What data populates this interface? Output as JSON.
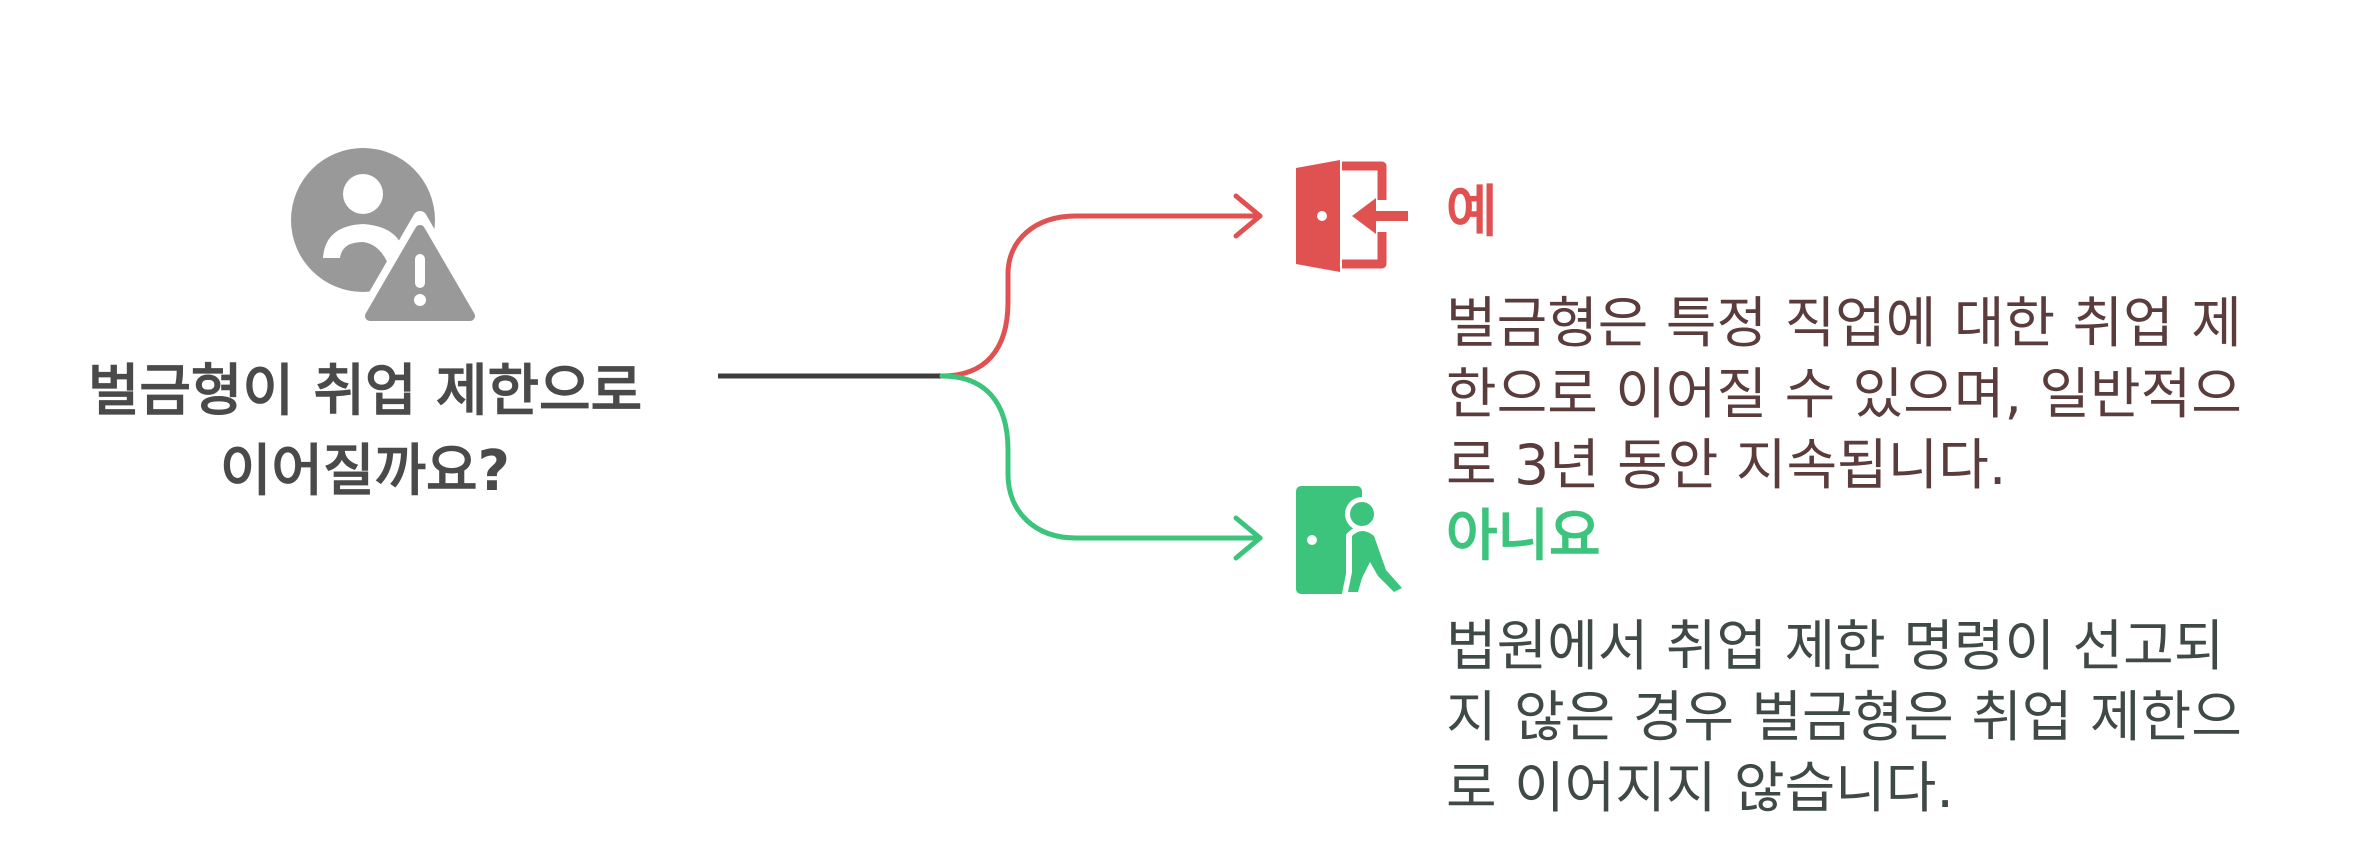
{
  "question": {
    "lines": [
      "벌금형이 취업 제한으로",
      "이어질까요?"
    ]
  },
  "branches": {
    "yes": {
      "label": "예",
      "description_lines": [
        "벌금형은 특정 직업에 대한 취업 제",
        "한으로 이어질 수 있으며, 일반적으",
        "로 3년 동안 지속됩니다."
      ],
      "icon": "door-enter-icon"
    },
    "no": {
      "label": "아니요",
      "description_lines": [
        "법원에서 취업 제한 명령이 선고되",
        "지 않은 경우 벌금형은 취업 제한으",
        "로 이어지지 않습니다."
      ],
      "icon": "door-exit-icon"
    }
  },
  "question_icon": "user-warning-icon",
  "colors": {
    "question_text": "#4a4a4a",
    "icon_gray": "#999999",
    "stem_line": "#3c3c3c",
    "yes_accent": "#e05252",
    "no_accent": "#3cc47c",
    "yes_text": "#5a3c3c",
    "no_text": "#3f4a46"
  }
}
